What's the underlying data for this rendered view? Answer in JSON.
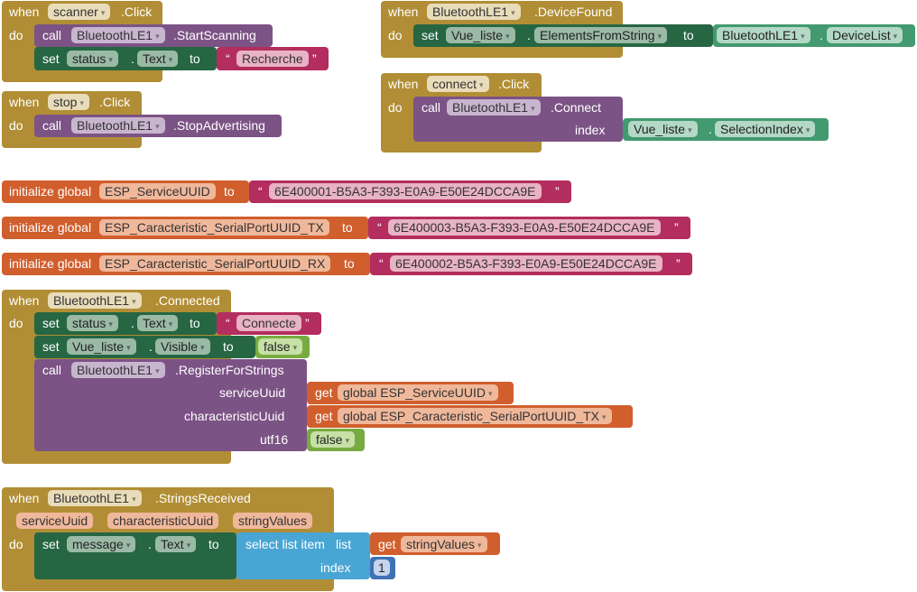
{
  "kw": {
    "when": "when",
    "do": "do",
    "call": "call",
    "set": "set",
    "to": "to",
    "get": "get",
    "init_global": "initialize global",
    "index": "index",
    "dot": ".",
    "qo": "“",
    "qc": "”",
    "caret": "▾"
  },
  "b1": {
    "component": "scanner",
    "event": ".Click",
    "call_comp": "BluetoothLE1",
    "call_method": ".StartScanning",
    "set_comp": "status",
    "set_prop": "Text",
    "str": "Recherche"
  },
  "b2": {
    "component": "stop",
    "event": ".Click",
    "call_comp": "BluetoothLE1",
    "call_method": ".StopAdvertising"
  },
  "b3": {
    "component": "BluetoothLE1",
    "event": ".DeviceFound",
    "set_comp": "Vue_liste",
    "set_prop": "ElementsFromString",
    "get_comp": "BluetoothLE1",
    "get_prop": "DeviceList"
  },
  "b4": {
    "component": "connect",
    "event": ".Click",
    "call_comp": "BluetoothLE1",
    "call_method": ".Connect",
    "arg_index": "index",
    "get_comp": "Vue_liste",
    "get_prop": "SelectionIndex"
  },
  "g1": {
    "name": "ESP_ServiceUUID",
    "value": "6E400001-B5A3-F393-E0A9-E50E24DCCA9E"
  },
  "g2": {
    "name": "ESP_Caracteristic_SerialPortUUID_TX",
    "value": "6E400003-B5A3-F393-E0A9-E50E24DCCA9E"
  },
  "g3": {
    "name": "ESP_Caracteristic_SerialPortUUID_RX",
    "value": "6E400002-B5A3-F393-E0A9-E50E24DCCA9E"
  },
  "b5": {
    "component": "BluetoothLE1",
    "event": ".Connected",
    "set1_comp": "status",
    "set1_prop": "Text",
    "set1_str": "Connecte",
    "set2_comp": "Vue_liste",
    "set2_prop": "Visible",
    "set2_val": "false",
    "call_comp": "BluetoothLE1",
    "call_method": ".RegisterForStrings",
    "arg1": "serviceUuid",
    "get1": "global ESP_ServiceUUID",
    "arg2": "characteristicUuid",
    "get2": "global ESP_Caracteristic_SerialPortUUID_TX",
    "arg3": "utf16",
    "arg3_val": "false"
  },
  "b6": {
    "component": "BluetoothLE1",
    "event": ".StringsReceived",
    "p1": "serviceUuid",
    "p2": "characteristicUuid",
    "p3": "stringValues",
    "set_comp": "message",
    "set_prop": "Text",
    "select_label": "select list item",
    "list_label": "list",
    "get_var": "stringValues",
    "index_label": "index",
    "index_val": "1"
  }
}
